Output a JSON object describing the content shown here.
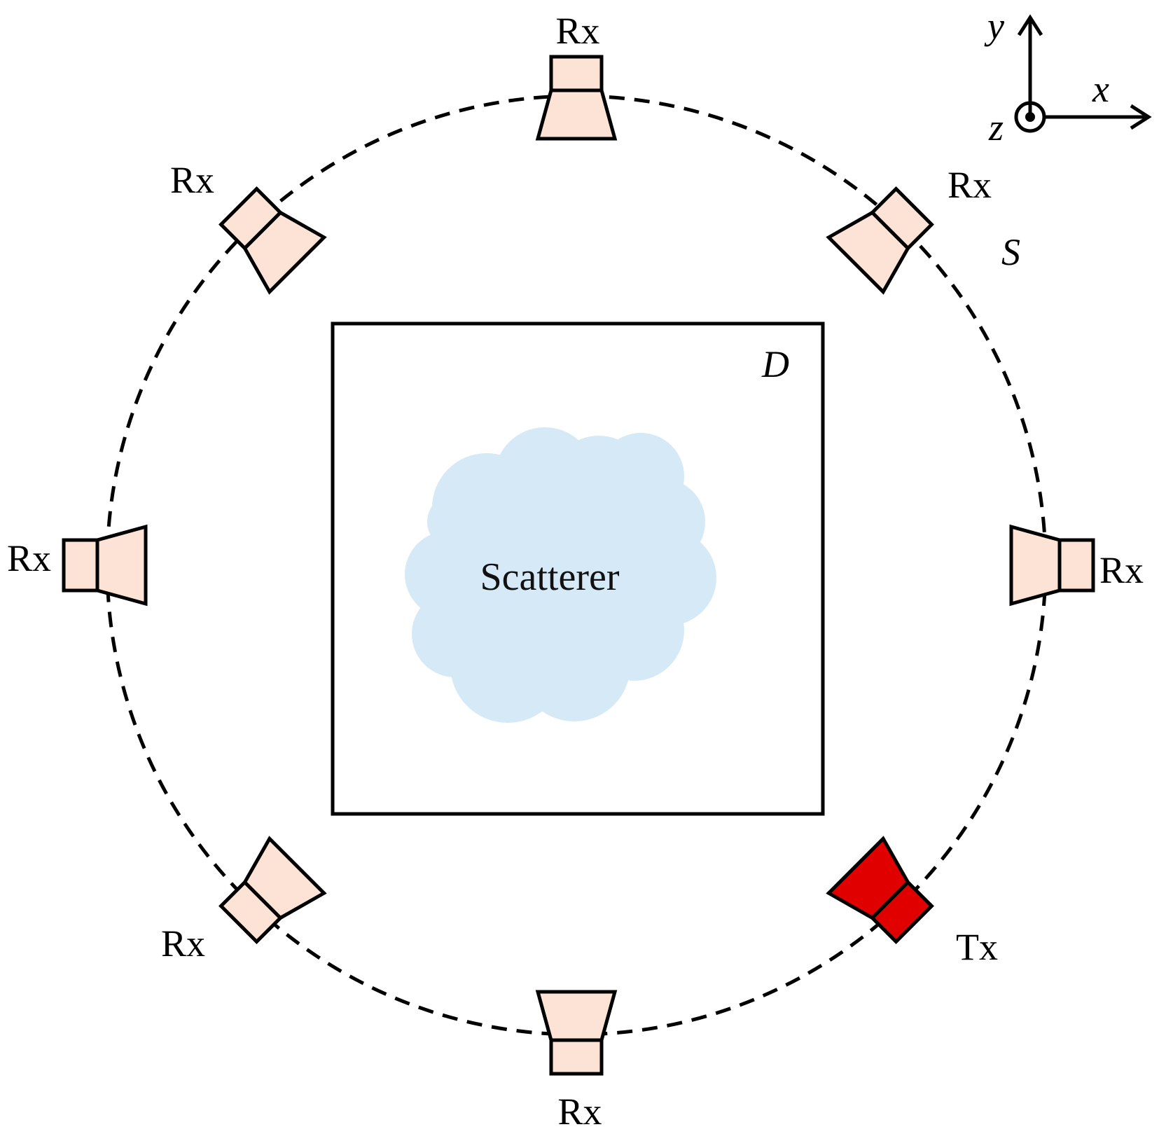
{
  "colors": {
    "rx_fill": "#fde3d6",
    "tx_fill": "#e00000",
    "scatterer_fill": "#d6e9f7",
    "line": "#000000"
  },
  "axes": {
    "x_label": "x",
    "y_label": "y",
    "z_label": "z"
  },
  "surface_label": "S",
  "domain_label": "D",
  "scatterer_label": "Scatterer",
  "antennas": [
    {
      "type": "Rx",
      "label": "Rx",
      "position": "top"
    },
    {
      "type": "Rx",
      "label": "Rx",
      "position": "top-left"
    },
    {
      "type": "Rx",
      "label": "Rx",
      "position": "top-right"
    },
    {
      "type": "Rx",
      "label": "Rx",
      "position": "left"
    },
    {
      "type": "Rx",
      "label": "Rx",
      "position": "right"
    },
    {
      "type": "Rx",
      "label": "Rx",
      "position": "bottom-left"
    },
    {
      "type": "Tx",
      "label": "Tx",
      "position": "bottom-right"
    },
    {
      "type": "Rx",
      "label": "Rx",
      "position": "bottom"
    }
  ]
}
